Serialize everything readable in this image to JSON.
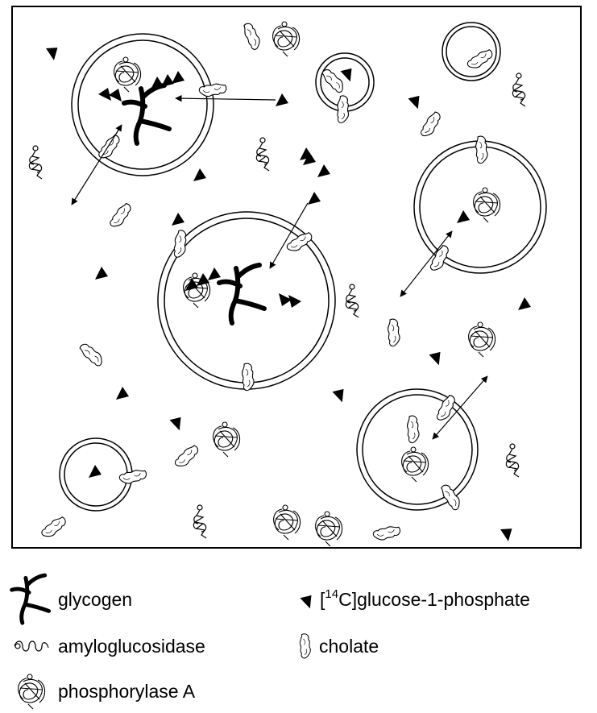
{
  "legend": {
    "glycogen": "glycogen",
    "glucose_prefix": "[",
    "glucose_isotope": "14",
    "glucose_rest": "C]glucose-1-phosphate",
    "amyloglucosidase": "amyloglucosidase",
    "cholate": "cholate",
    "phosphorylase": "phosphorylase A"
  },
  "icons": {
    "glycogen": "glycogen-branch-icon",
    "glucose": "triangle-icon",
    "amyloglucosidase": "coil-protein-icon",
    "cholate": "cholate-micelle-icon",
    "phosphorylase": "globular-protein-icon"
  },
  "colors": {
    "ink": "#000000",
    "paper": "#ffffff"
  }
}
